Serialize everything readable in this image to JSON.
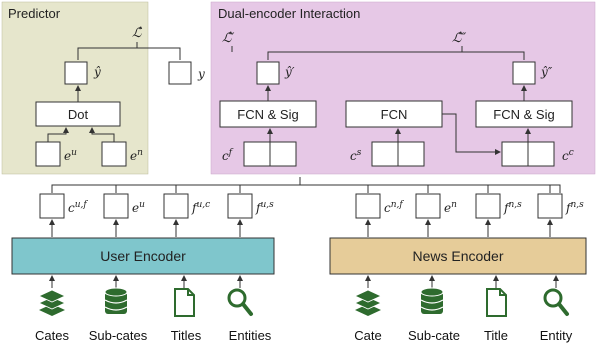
{
  "panels": {
    "predictor": {
      "title": "Predictor"
    },
    "dual": {
      "title": "Dual-encoder Interaction"
    }
  },
  "losses": {
    "l": "ℒ̂",
    "l_prime": "ℒ̂′",
    "l_dprime": "ℒ̂″"
  },
  "predictor": {
    "y_hat": "ŷ",
    "y": "y",
    "dot_label": "Dot",
    "e_u": {
      "base": "e",
      "sup": "u"
    },
    "e_n": {
      "base": "e",
      "sup": "n"
    }
  },
  "dual": {
    "y_hat_prime": "ŷ′",
    "y_hat_dprime": "ŷ″",
    "fcn_sig_left": "FCN & Sig",
    "fcn_mid": "FCN",
    "fcn_sig_right": "FCN & Sig",
    "c_f": {
      "base": "c",
      "sup": "f"
    },
    "c_s": {
      "base": "c",
      "sup": "s"
    },
    "c_c": {
      "base": "c",
      "sup": "c"
    }
  },
  "user_outputs": [
    {
      "base": "c",
      "sup": "u,f"
    },
    {
      "base": "e",
      "sup": "u"
    },
    {
      "base": "f",
      "sup": "u,c"
    },
    {
      "base": "f",
      "sup": "u,s"
    }
  ],
  "news_outputs": [
    {
      "base": "c",
      "sup": "n,f"
    },
    {
      "base": "e",
      "sup": "n"
    },
    {
      "base": "f",
      "sup": "n,s"
    },
    {
      "base": "f",
      "sup": "n,s"
    }
  ],
  "encoders": {
    "user": "User Encoder",
    "news": "News Encoder"
  },
  "user_inputs": [
    {
      "label": "Cates",
      "icon": "layers-icon"
    },
    {
      "label": "Sub-cates",
      "icon": "database-icon"
    },
    {
      "label": "Titles",
      "icon": "document-icon"
    },
    {
      "label": "Entities",
      "icon": "magnifier-icon"
    }
  ],
  "news_inputs": [
    {
      "label": "Cate",
      "icon": "layers-icon"
    },
    {
      "label": "Sub-cate",
      "icon": "database-icon"
    },
    {
      "label": "Title",
      "icon": "document-icon"
    },
    {
      "label": "Entity",
      "icon": "magnifier-icon"
    }
  ],
  "colors": {
    "predictor_bg": "#e6e6cc",
    "dual_bg": "#e6c8e6",
    "user_encoder": "#7fc6cc",
    "news_encoder": "#e6cc99",
    "icon_green": "#2e6b2e"
  }
}
